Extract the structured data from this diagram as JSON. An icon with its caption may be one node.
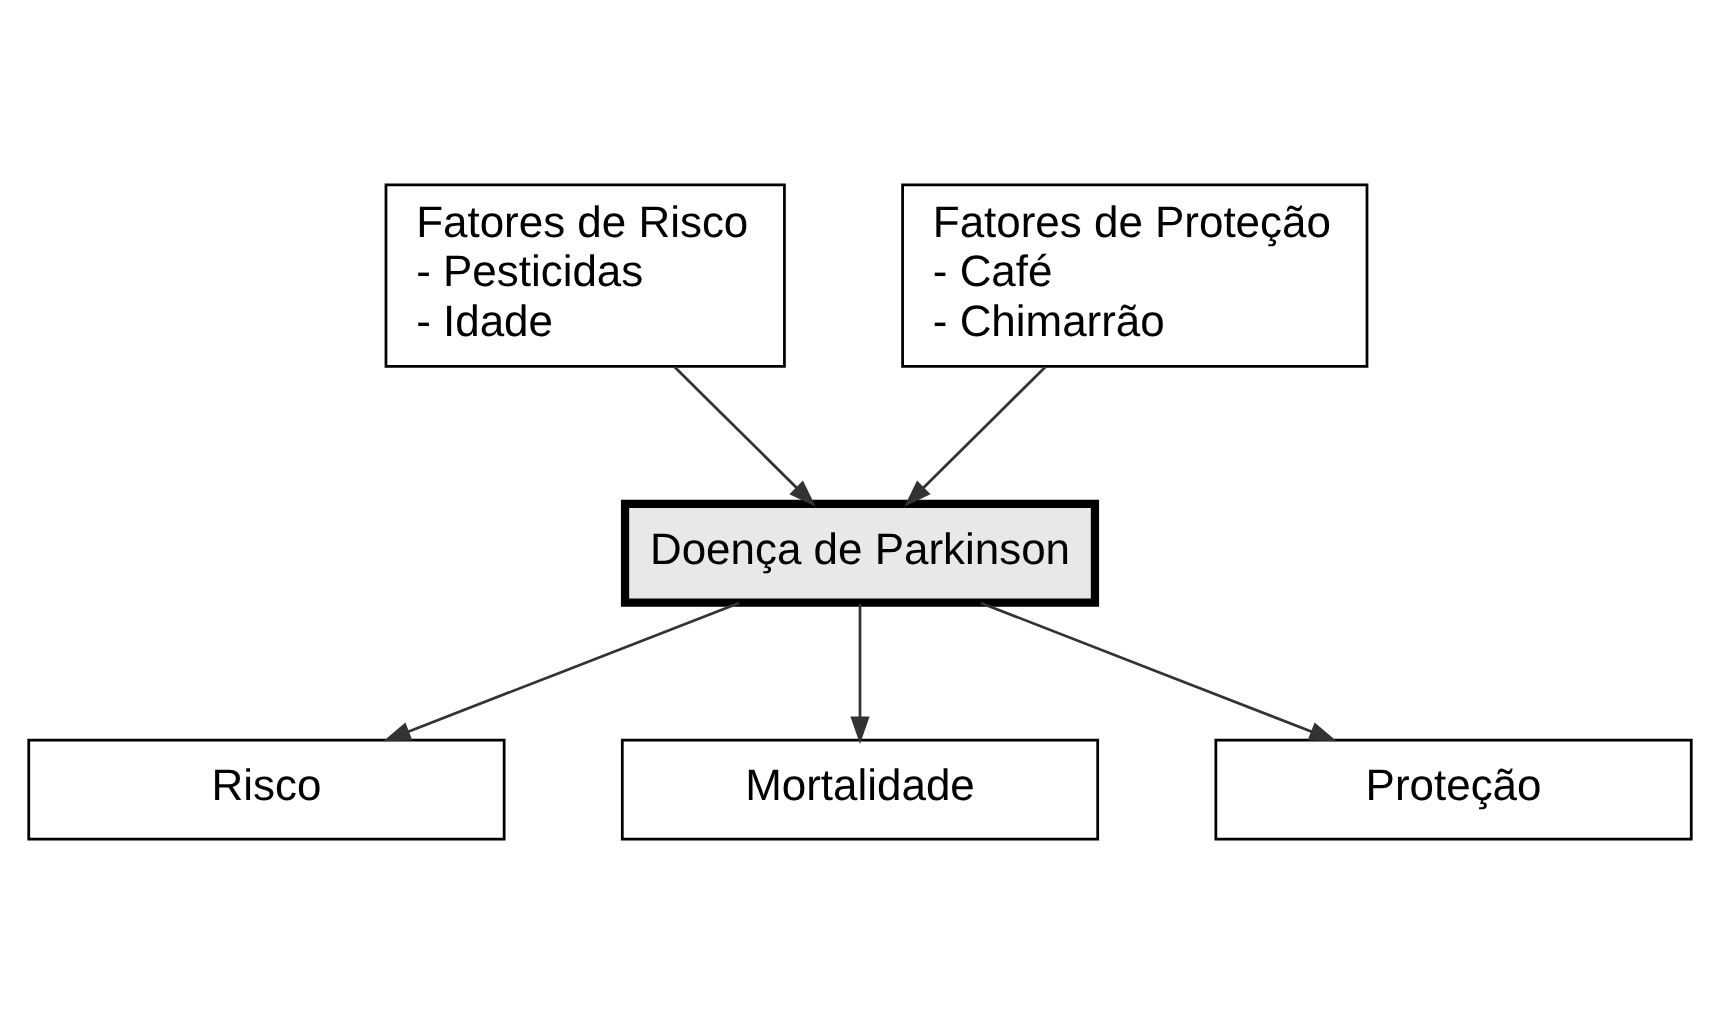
{
  "diagram": {
    "nodes": [
      {
        "text": [
          "Fatores de Risco",
          "- Pesticidas",
          "- Idade"
        ]
      },
      {
        "text": [
          "Fatores de Proteção",
          "- Café",
          "- Chimarrão"
        ]
      },
      {
        "text": [
          "Doença de Parkinson"
        ]
      },
      {
        "text": [
          "Risco"
        ]
      },
      {
        "text": [
          "Proteção"
        ]
      },
      {
        "text": [
          "Mortalidade"
        ]
      }
    ],
    "edges": [
      {
        "from": 0,
        "to": 2,
        "arrow": "to"
      },
      {
        "from": 1,
        "to": 2,
        "arrow": "to"
      },
      {
        "from": 2,
        "to": 3,
        "arrow": "to"
      },
      {
        "from": 2,
        "to": 4,
        "arrow": "to"
      },
      {
        "from": 2,
        "to": 5,
        "arrow": "to"
      }
    ]
  }
}
